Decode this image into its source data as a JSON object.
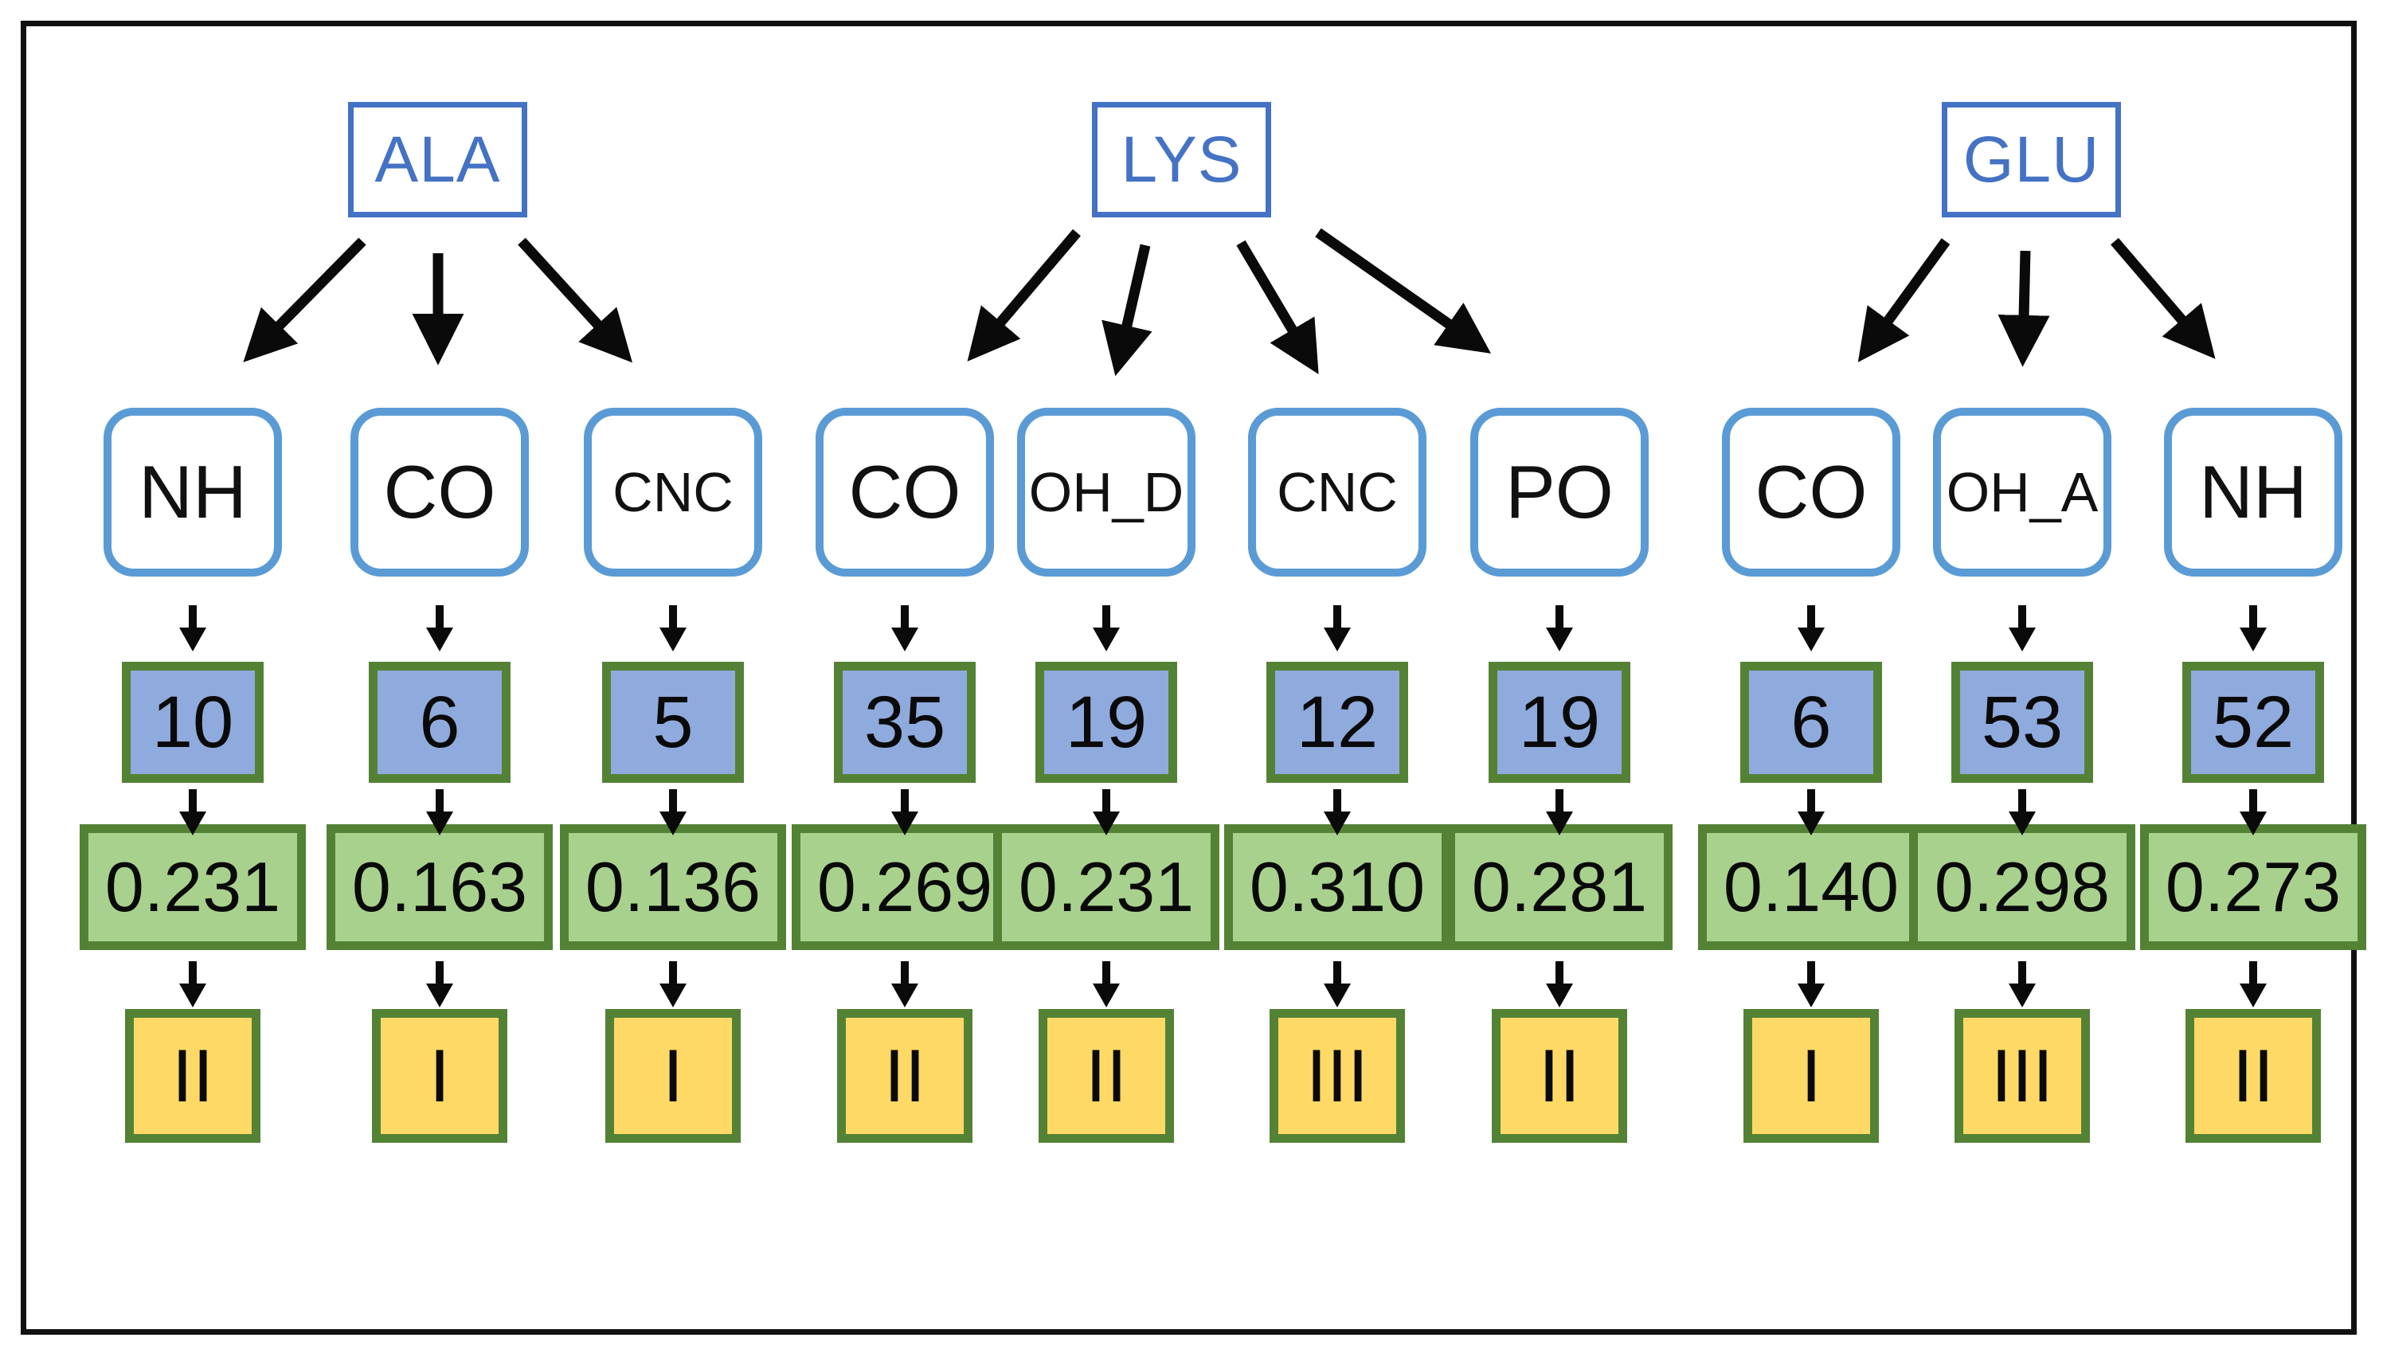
{
  "diagram": {
    "amino_acids": [
      {
        "label": "ALA"
      },
      {
        "label": "LYS"
      },
      {
        "label": "GLU"
      }
    ],
    "columns": [
      {
        "parent": "ALA",
        "group": "NH",
        "count": "10",
        "value": "0.231",
        "category": "II"
      },
      {
        "parent": "ALA",
        "group": "CO",
        "count": "6",
        "value": "0.163",
        "category": "I"
      },
      {
        "parent": "ALA",
        "group": "CNC",
        "count": "5",
        "value": "0.136",
        "category": "I"
      },
      {
        "parent": "LYS",
        "group": "CO",
        "count": "35",
        "value": "0.269",
        "category": "II"
      },
      {
        "parent": "LYS",
        "group": "OH_D",
        "count": "19",
        "value": "0.231",
        "category": "II"
      },
      {
        "parent": "LYS",
        "group": "CNC",
        "count": "12",
        "value": "0.310",
        "category": "III"
      },
      {
        "parent": "LYS",
        "group": "PO",
        "count": "19",
        "value": "0.281",
        "category": "II"
      },
      {
        "parent": "GLU",
        "group": "CO",
        "count": "6",
        "value": "0.140",
        "category": "I"
      },
      {
        "parent": "GLU",
        "group": "OH_A",
        "count": "53",
        "value": "0.298",
        "category": "III"
      },
      {
        "parent": "GLU",
        "group": "NH",
        "count": "52",
        "value": "0.273",
        "category": "II"
      }
    ],
    "colors": {
      "amino_box_border": "#4472C4",
      "amino_box_text": "#4472C4",
      "group_box_border": "#5B9BD5",
      "green_border": "#548235",
      "count_fill": "#8FAADC",
      "value_fill": "#A9D18E",
      "category_fill": "#FFD966",
      "arrow": "#000000",
      "frame_border": "#111111",
      "background": "#FFFFFF"
    }
  }
}
